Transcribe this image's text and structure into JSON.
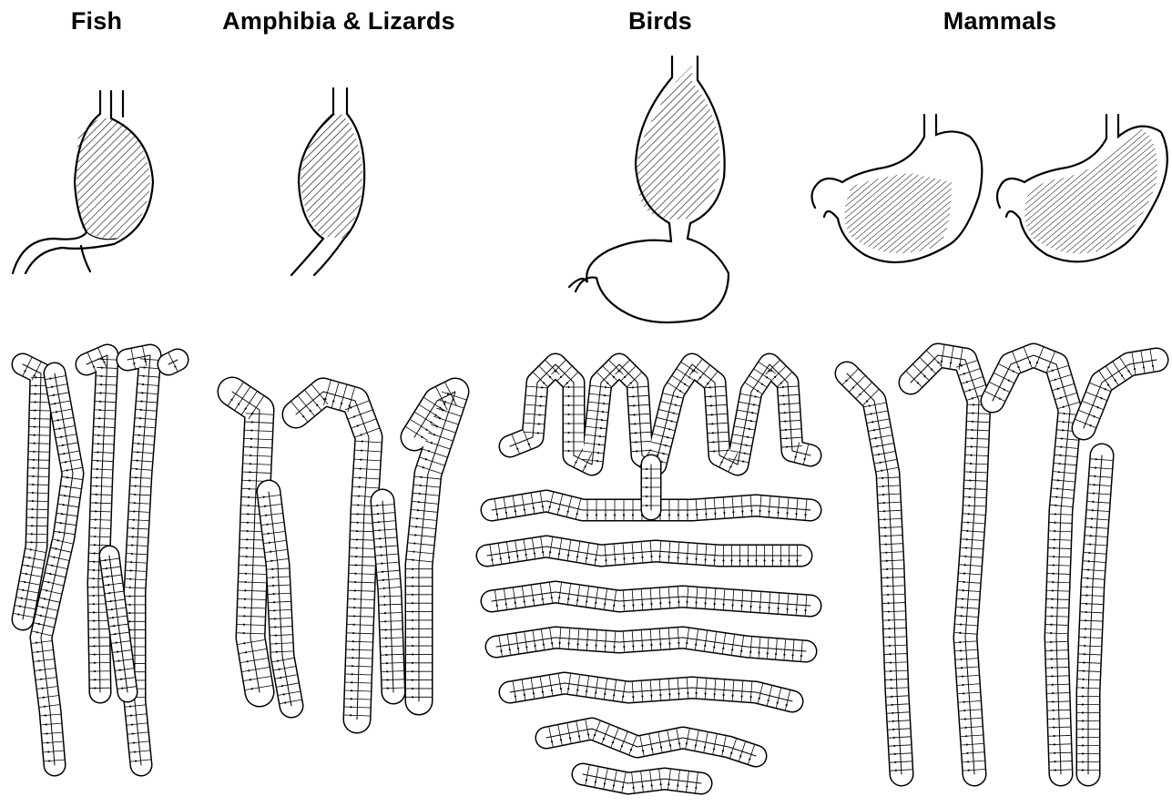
{
  "labels": {
    "fish": "Fish",
    "amphibia": "Amphibia & Lizards",
    "birds": "Birds",
    "mammals": "Mammals"
  },
  "colors": {
    "ink": "#000000",
    "paper": "#ffffff",
    "cell": "#ffffff"
  }
}
